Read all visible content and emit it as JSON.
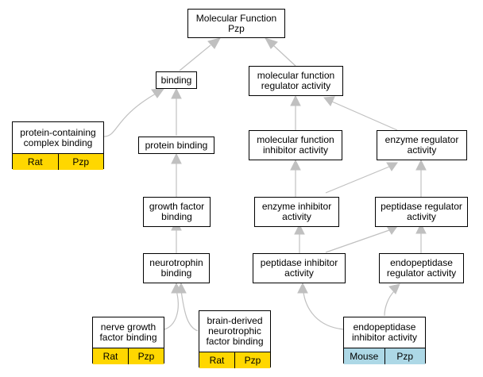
{
  "nodes": {
    "molecular_function": "Molecular Function\nPzp",
    "binding": "binding",
    "mf_regulator": "molecular function\nregulator activity",
    "protein_complex_binding": "protein-containing\ncomplex binding",
    "protein_binding": "protein binding",
    "mf_inhibitor": "molecular function\ninhibitor activity",
    "enzyme_regulator": "enzyme regulator\nactivity",
    "growth_factor_binding": "growth factor\nbinding",
    "enzyme_inhibitor": "enzyme inhibitor\nactivity",
    "peptidase_regulator": "peptidase regulator\nactivity",
    "neurotrophin_binding": "neurotrophin\nbinding",
    "peptidase_inhibitor": "peptidase inhibitor\nactivity",
    "endopeptidase_regulator": "endopeptidase\nregulator activity",
    "ngf_binding": "nerve growth\nfactor binding",
    "bdnf_binding": "brain-derived\nneurotrophic\nfactor binding",
    "endopeptidase_inhibitor": "endopeptidase\ninhibitor activity"
  },
  "annotations": {
    "protein_complex_binding": [
      "Rat",
      "Pzp"
    ],
    "ngf_binding": [
      "Rat",
      "Pzp"
    ],
    "bdnf_binding": [
      "Rat",
      "Pzp"
    ],
    "endopeptidase_inhibitor": [
      "Mouse",
      "Pzp"
    ]
  },
  "colors": {
    "rat_annotation": "#ffd700",
    "mouse_annotation": "#add8e6",
    "edge": "#c0c0c0"
  }
}
